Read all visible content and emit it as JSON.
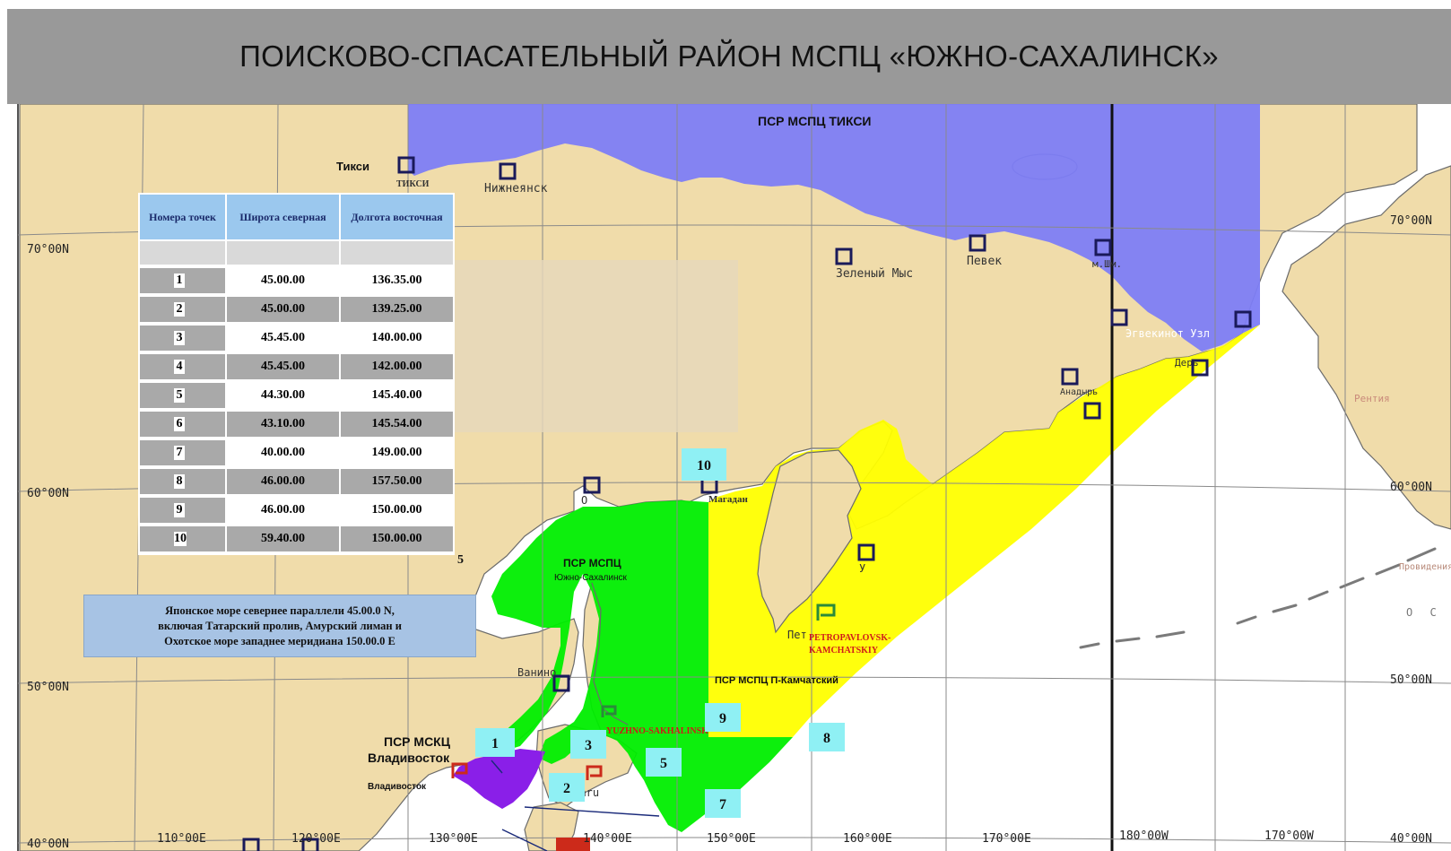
{
  "title": "ПОИСКОВО-СПАСАТЕЛЬНЫЙ РАЙОН МСПЦ «ЮЖНО-САХАЛИНСК»",
  "table": {
    "headers": [
      "Номера точек",
      "Широта северная",
      "Долгота восточная"
    ],
    "rows": [
      {
        "n": "1",
        "lat": "45.00.00",
        "lon": "136.35.00"
      },
      {
        "n": "2",
        "lat": "45.00.00",
        "lon": "139.25.00"
      },
      {
        "n": "3",
        "lat": "45.45.00",
        "lon": "140.00.00"
      },
      {
        "n": "4",
        "lat": "45.45.00",
        "lon": "142.00.00"
      },
      {
        "n": "5",
        "lat": "44.30.00",
        "lon": "145.40.00"
      },
      {
        "n": "6",
        "lat": "43.10.00",
        "lon": "145.54.00"
      },
      {
        "n": "7",
        "lat": "40.00.00",
        "lon": "149.00.00"
      },
      {
        "n": "8",
        "lat": "46.00.00",
        "lon": "157.50.00"
      },
      {
        "n": "9",
        "lat": "46.00.00",
        "lon": "150.00.00"
      },
      {
        "n": "10",
        "lat": "59.40.00",
        "lon": "150.00.00"
      }
    ],
    "stray_label": "5"
  },
  "note": {
    "line1": "Японское море севернее параллели 45.00.0 N,",
    "line2": "включая Татарский пролив, Амурский лиман и",
    "line3": "Охотское море западнее меридиана 150.00.0 E"
  },
  "region_labels": {
    "tiksi_zone": "ПСР МСПЦ ТИКСИ",
    "sakhalin_zone_1": "ПСР МСПЦ",
    "sakhalin_zone_2": "Южно-Сахалинск",
    "kamchatka_zone": "ПСР МСПЦ П-Камчатский",
    "vladivostok_zone_1": "ПСР МСКЦ",
    "vladivostok_zone_2": "Владивосток"
  },
  "places": {
    "tiksi": "Тикси",
    "tiksi_small": "ТИКСИ",
    "nizhneyansk": "Нижнеянск",
    "zeleny_mys": "Зеленый Мыс",
    "pevek": "Певек",
    "m_shm": "м.Шм.",
    "egvekinot": "Эгвекинот Узл",
    "anadyr": "Анадырь",
    "magadan": "Магадан",
    "o_label": "О",
    "vanino": "Ванино",
    "vladivostok": "Владивосток",
    "otaru": "Otaru",
    "petro_1": "PETROPAVLOVSK-",
    "petro_2": "KAMCHATSKIY",
    "yuzhno": "YUZHNO-SAKHALINSK",
    "pety": "Пет",
    "y_label": "У",
    "provideniya": "Провидения",
    "alaska_label": "О С Т",
    "ruby": "Дерь",
    "ryr": "Рентия"
  },
  "grid_labels": {
    "lat70_left": "70°00N",
    "lat60_left": "60°00N",
    "lat50_left": "50°00N",
    "lat40_left": "40°00N",
    "lat70_right": "70°00N",
    "lat60_right": "60°00N",
    "lat50_right": "50°00N",
    "lat40_right": "40°00N",
    "lon110": "110°00E",
    "lon120": "120°00E",
    "lon130": "130°00E",
    "lon140": "140°00E",
    "lon150": "150°00E",
    "lon160": "160°00E",
    "lon170": "170°00E",
    "lon180": "180°00W",
    "lon170w": "170°00W"
  },
  "point_markers": [
    "1",
    "2",
    "3",
    "5",
    "7",
    "8",
    "9",
    "10"
  ],
  "colors": {
    "land": "#f0dcaa",
    "sea": "#ffffff",
    "tiksi_zone": "#7d7df5",
    "sakhalin_zone": "#00ee00",
    "kamchatka_zone": "#ffff00",
    "vladivostok_zone": "#8a1fe8",
    "marker_bg": "#8ff0f4",
    "title_bg": "#999999"
  }
}
